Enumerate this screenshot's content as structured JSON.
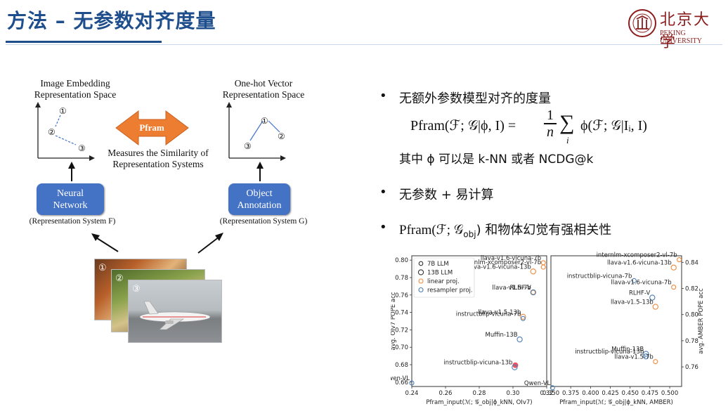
{
  "slide": {
    "title": "方法 – 无参数对齐度量",
    "logo": {
      "cn": "北京大学",
      "en": "PEKING UNIVERSITY"
    }
  },
  "diagram": {
    "left_space_title": [
      "Image Embedding",
      "Representation Space"
    ],
    "right_space_title": [
      "One-hot Vector",
      "Representation Space"
    ],
    "arrow_label": "Pfram",
    "measure_text": [
      "Measures the Similarity of",
      "Representation Systems"
    ],
    "neural_box": [
      "Neural",
      "Network"
    ],
    "object_box": [
      "Object",
      "Annotation"
    ],
    "left_system": "(Representation System F)",
    "right_system": "(Representation System G)",
    "points": [
      "①",
      "②",
      "③"
    ],
    "photo_labels": [
      "①",
      "②",
      "③"
    ]
  },
  "bullets": [
    {
      "dot": "•",
      "text": "无额外参数模型对齐的度量"
    },
    {
      "text": "其中 ϕ 可以是 k-NN 或者 NCDG@k"
    },
    {
      "dot": "•",
      "text": "无参数 + 易计算"
    },
    {
      "dot": "•",
      "text_prefix": "Pfram(ℱ; 𝒢",
      "text_sub": "obj",
      "text_suffix": ") 和物体幻觉有强相关性"
    }
  ],
  "formula": {
    "lhs": "Pfram(ℱ; 𝒢|ϕ, I) =",
    "frac_num": "1",
    "frac_den": "n",
    "sum": "∑",
    "sum_index": "i",
    "rhs": "ϕ(ℱ; 𝒢|Iᵢ, I)"
  },
  "chart_data": [
    {
      "type": "scatter",
      "xlabel": "Pfram_input(ℳ; 𝒢_obj|ϕ_kNN, OIv7)",
      "ylabel": "avg. OIv7 POPE acc",
      "xlim": [
        0.24,
        0.32
      ],
      "ylim": [
        0.655,
        0.805
      ],
      "xticks": [
        "0.24",
        "0.26",
        "0.28",
        "0.30",
        "0.32"
      ],
      "yticks": [
        "0.66",
        "0.68",
        "0.70",
        "0.72",
        "0.74",
        "0.76",
        "0.78",
        "0.80"
      ],
      "legend": {
        "placement": "top-left",
        "entries": [
          "7B LLM",
          "13B LLM",
          "linear proj.",
          "resampler proj."
        ]
      },
      "points": [
        {
          "label": "llava-v1.6-vicuna-7b",
          "x": 0.318,
          "y": 0.797,
          "size": "7B",
          "proj": "linear"
        },
        {
          "label": "llava-v1.6-vicuna-13b",
          "x": 0.312,
          "y": 0.787,
          "size": "13B",
          "proj": "linear"
        },
        {
          "label": "internlm-xcomposer2-vl-7b",
          "x": 0.318,
          "y": 0.792,
          "size": "7B",
          "proj": "linear"
        },
        {
          "label": "llava-v1.5-7b",
          "x": 0.312,
          "y": 0.763,
          "size": "7B",
          "proj": "linear"
        },
        {
          "label": "RLHF-V",
          "x": 0.312,
          "y": 0.763,
          "size": "13B",
          "proj": "resampler"
        },
        {
          "label": "llava-v1.5-13b",
          "x": 0.306,
          "y": 0.735,
          "size": "13B",
          "proj": "linear"
        },
        {
          "label": "instructblip-vicuna-7b",
          "x": 0.306,
          "y": 0.733,
          "size": "7B",
          "proj": "resampler"
        },
        {
          "label": "Muffin-13B",
          "x": 0.304,
          "y": 0.709,
          "size": "13B",
          "proj": "resampler"
        },
        {
          "label": "instructblip-vicuna-13b",
          "x": 0.301,
          "y": 0.677,
          "size": "13B",
          "proj": "resampler"
        },
        {
          "label": "Qwen-VL",
          "x": 0.24,
          "y": 0.659,
          "size": "7B",
          "proj": "resampler"
        }
      ]
    },
    {
      "type": "scatter",
      "xlabel": "Pfram_input(ℳ; 𝒢_obj|ϕ_kNN, AMBER)",
      "ylabel": "avg. AMBER POPE acc",
      "xlim": [
        0.35,
        0.515
      ],
      "ylim": [
        0.745,
        0.845
      ],
      "xticks": [
        "0.350",
        "0.375",
        "0.400",
        "0.425",
        "0.450",
        "0.475",
        "0.500"
      ],
      "yticks": [
        "0.76",
        "0.78",
        "0.80",
        "0.82",
        "0.84"
      ],
      "points": [
        {
          "label": "internlm-xcomposer2-vl-7b",
          "x": 0.512,
          "y": 0.842,
          "size": "7B",
          "proj": "linear"
        },
        {
          "label": "llava-v1.6-vicuna-13b",
          "x": 0.505,
          "y": 0.836,
          "size": "13B",
          "proj": "linear"
        },
        {
          "label": "instructblip-vicuna-7b",
          "x": 0.455,
          "y": 0.826,
          "size": "7B",
          "proj": "resampler"
        },
        {
          "label": "llava-v1.6-vicuna-7b",
          "x": 0.505,
          "y": 0.821,
          "size": "7B",
          "proj": "linear"
        },
        {
          "label": "RLHF-V",
          "x": 0.478,
          "y": 0.813,
          "size": "13B",
          "proj": "resampler"
        },
        {
          "label": "llava-v1.5-13b",
          "x": 0.482,
          "y": 0.806,
          "size": "13B",
          "proj": "linear"
        },
        {
          "label": "Muffin-13B",
          "x": 0.47,
          "y": 0.77,
          "size": "13B",
          "proj": "resampler"
        },
        {
          "label": "instructblip-vicuna-13b",
          "x": 0.47,
          "y": 0.768,
          "size": "13B",
          "proj": "resampler"
        },
        {
          "label": "llava-v1.5-7b",
          "x": 0.482,
          "y": 0.764,
          "size": "7B",
          "proj": "linear"
        },
        {
          "label": "Qwen-VL",
          "x": 0.352,
          "y": 0.744,
          "size": "7B",
          "proj": "resampler"
        }
      ]
    }
  ],
  "colors": {
    "title": "#1f4e8c",
    "box_blue": "#4472c4",
    "pfram_orange": "#ed7d31",
    "linear_proj": "#f0893a",
    "resampler_proj": "#4a7db8",
    "logo_red": "#8b1c1c",
    "highlight": "#e8334a"
  }
}
